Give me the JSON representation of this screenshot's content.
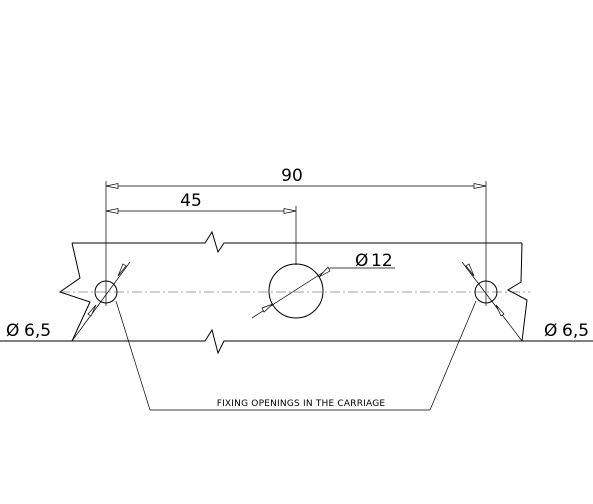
{
  "dimensions": {
    "overall": "90",
    "half": "45"
  },
  "holes": {
    "center_diameter": "12",
    "left_diameter": "6,5",
    "right_diameter": "6,5",
    "diameter_symbol": "Ø"
  },
  "note": "FIXING OPENINGS IN THE CARRIAGE"
}
